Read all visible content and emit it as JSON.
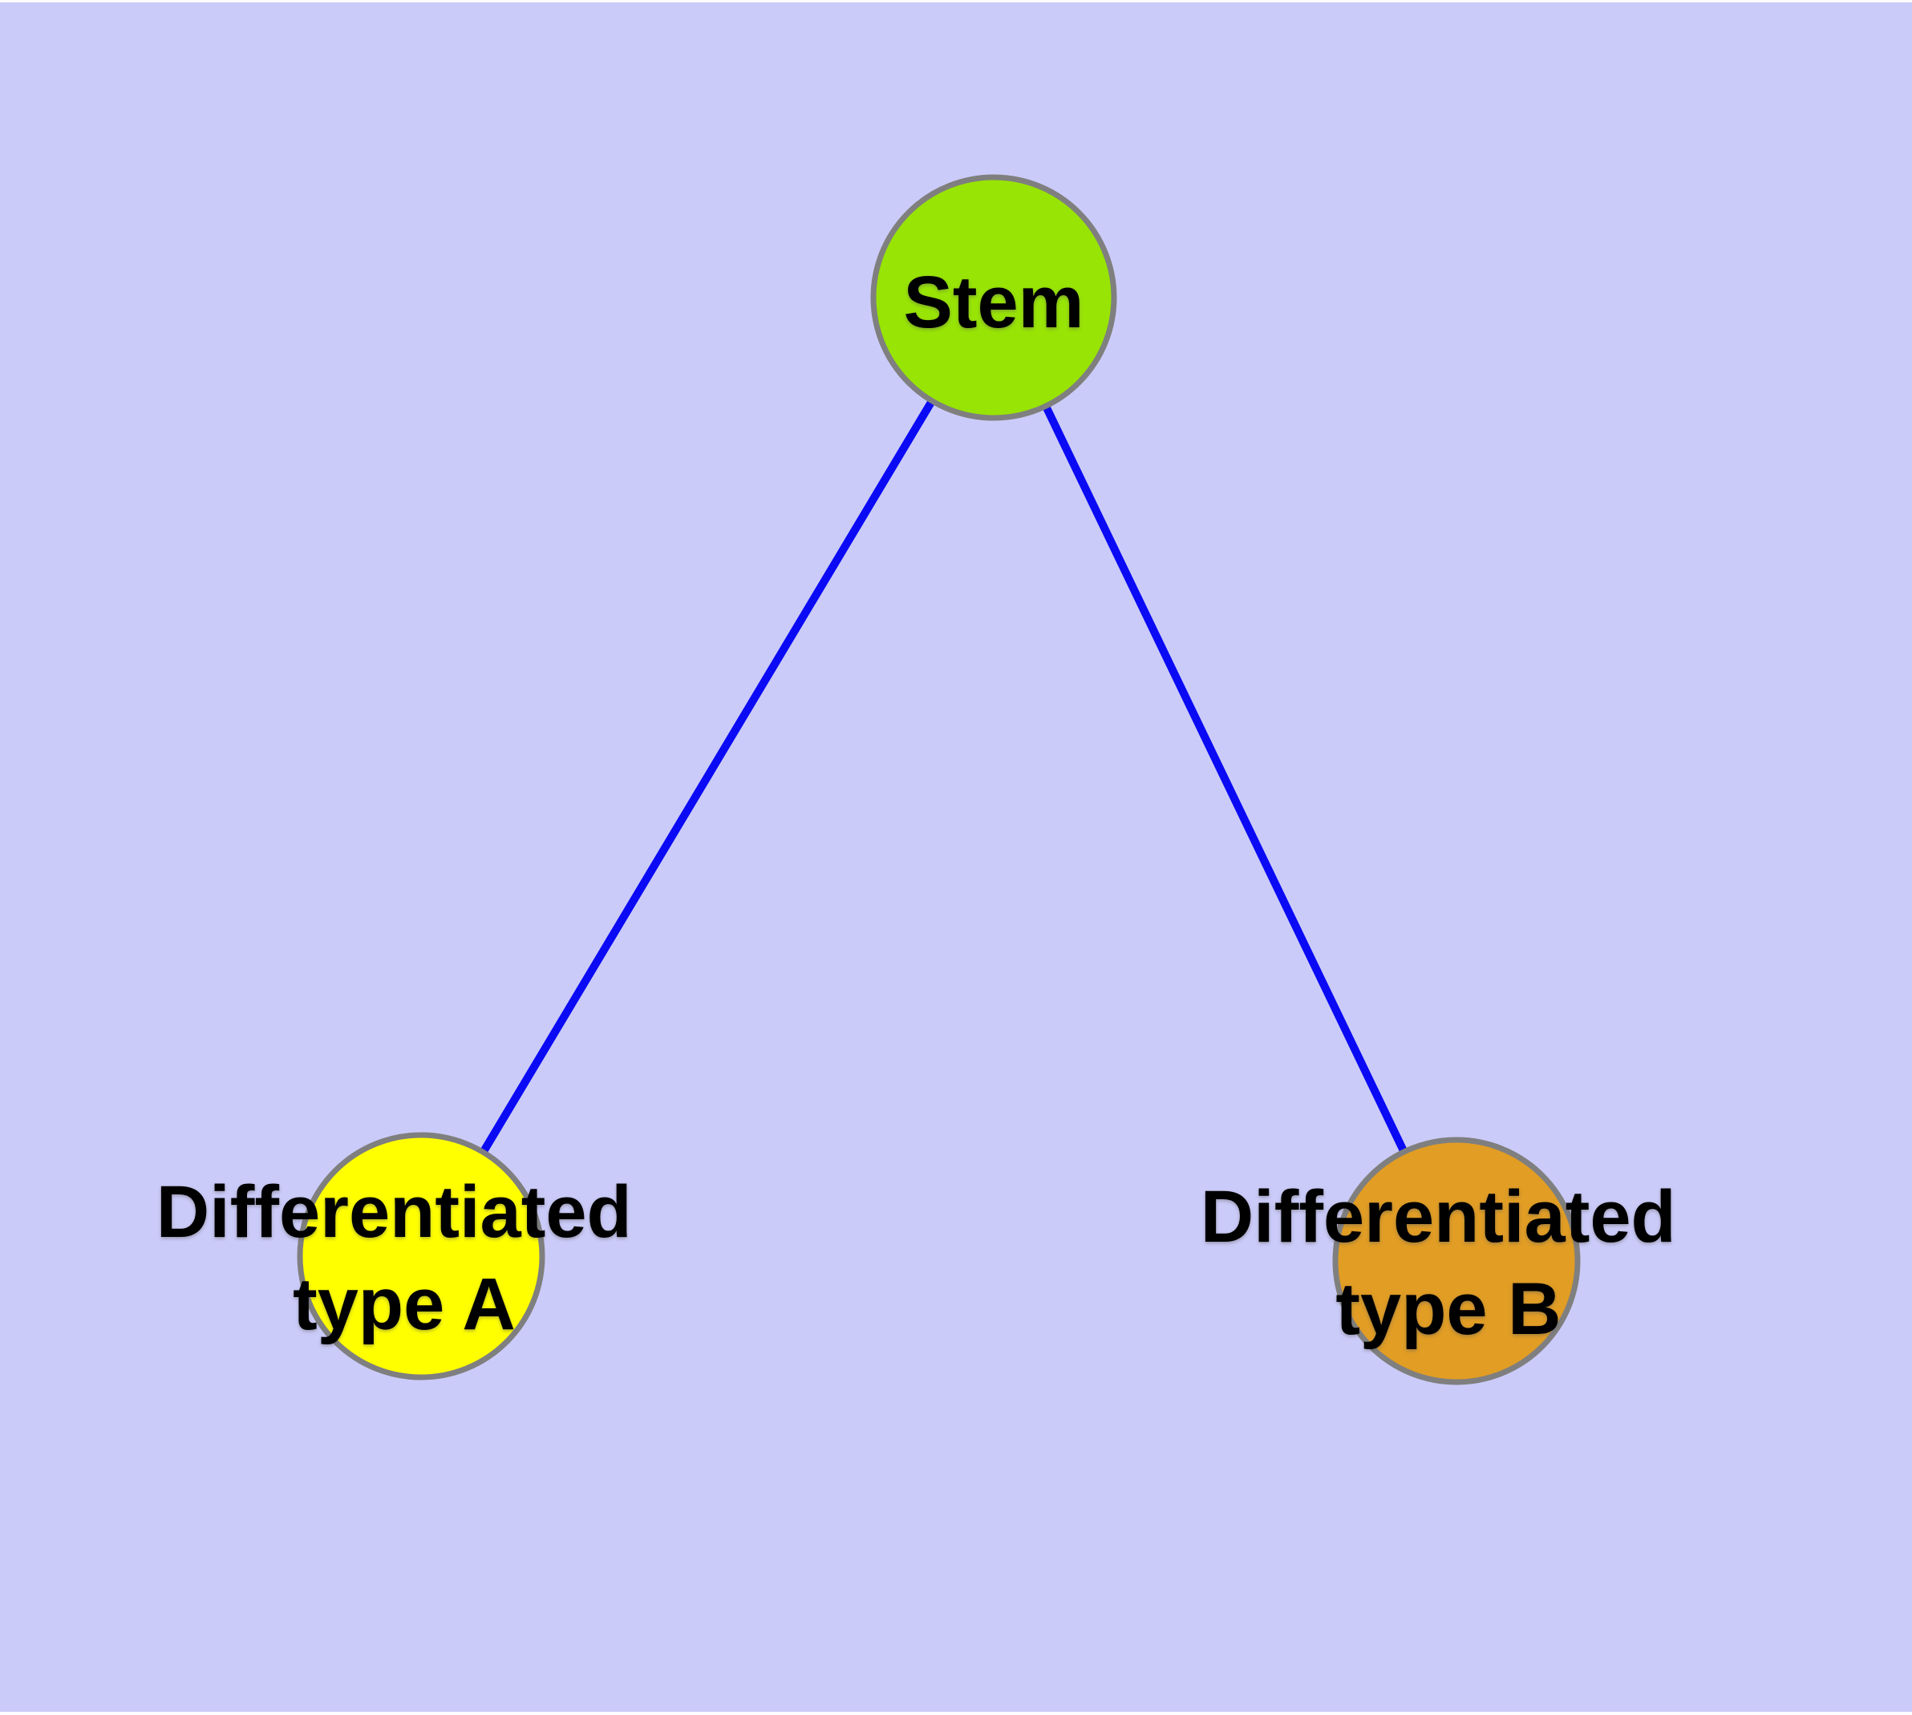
{
  "diagram": {
    "description": "Stem cell differentiation diagram",
    "colors": {
      "background": "#cbcbf9",
      "frame_strip": "#fcfcfe",
      "edge": "#0a0af5",
      "node_border": "#7f7f7f",
      "label_text": "#000000"
    },
    "nodes": [
      {
        "id": "stem",
        "lines": [
          "Stem"
        ],
        "fill": "#98e405"
      },
      {
        "id": "type-a",
        "lines": [
          "Differentiated",
          "type A"
        ],
        "fill": "#ffff00"
      },
      {
        "id": "type-b",
        "lines": [
          "Differentiated",
          "type B"
        ],
        "fill": "#e19d24"
      }
    ],
    "edges": [
      {
        "from": "Stem",
        "to": "Differentiated type A"
      },
      {
        "from": "Stem",
        "to": "Differentiated type B"
      }
    ]
  }
}
